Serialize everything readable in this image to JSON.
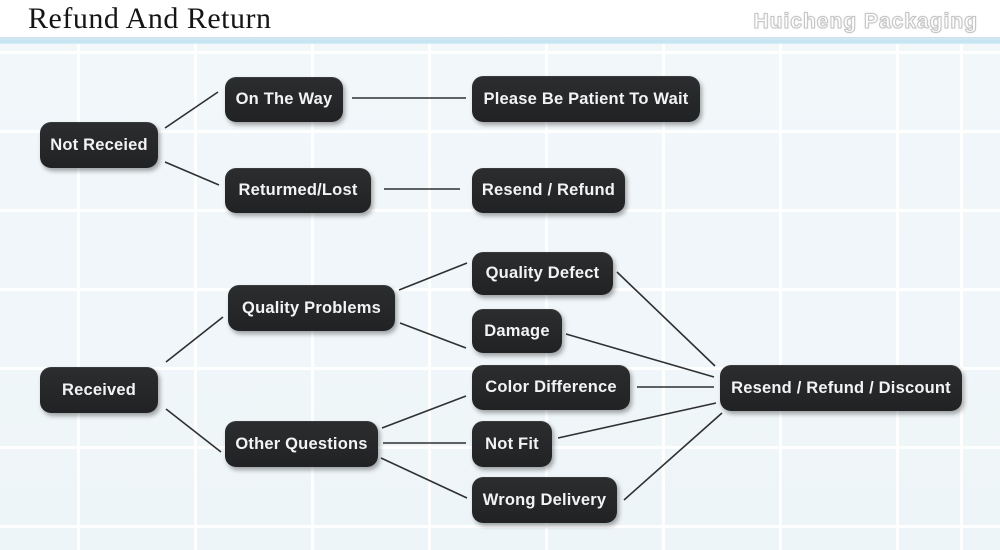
{
  "header": {
    "title": "Refund And Return",
    "brand": "Huicheng Packaging"
  },
  "colors": {
    "divider": "#c3e2f2",
    "node_background": "#242628",
    "node_text": "#f3f3f3",
    "connector": "#2e3032",
    "diagram_background": "#f1f6f9"
  },
  "nodes": {
    "not_received": {
      "label": "Not Receied"
    },
    "on_the_way": {
      "label": "On The Way"
    },
    "be_patient": {
      "label": "Please Be Patient To Wait"
    },
    "returned_lost": {
      "label": "Returmed/Lost"
    },
    "resend_refund": {
      "label": "Resend / Refund"
    },
    "received": {
      "label": "Received"
    },
    "quality_problems": {
      "label": "Quality Problems"
    },
    "quality_defect": {
      "label": "Quality Defect"
    },
    "damage": {
      "label": "Damage"
    },
    "other_questions": {
      "label": "Other Questions"
    },
    "color_difference": {
      "label": "Color Difference"
    },
    "not_fit": {
      "label": "Not Fit"
    },
    "wrong_delivery": {
      "label": "Wrong Delivery"
    },
    "resend_refund_discount": {
      "label": "Resend / Refund / Discount"
    }
  },
  "connections": [
    [
      "not_received",
      "on_the_way"
    ],
    [
      "on_the_way",
      "be_patient"
    ],
    [
      "not_received",
      "returned_lost"
    ],
    [
      "returned_lost",
      "resend_refund"
    ],
    [
      "received",
      "quality_problems"
    ],
    [
      "received",
      "other_questions"
    ],
    [
      "quality_problems",
      "quality_defect"
    ],
    [
      "quality_problems",
      "damage"
    ],
    [
      "other_questions",
      "color_difference"
    ],
    [
      "other_questions",
      "not_fit"
    ],
    [
      "other_questions",
      "wrong_delivery"
    ],
    [
      "quality_defect",
      "resend_refund_discount"
    ],
    [
      "damage",
      "resend_refund_discount"
    ],
    [
      "color_difference",
      "resend_refund_discount"
    ],
    [
      "not_fit",
      "resend_refund_discount"
    ],
    [
      "wrong_delivery",
      "resend_refund_discount"
    ]
  ]
}
